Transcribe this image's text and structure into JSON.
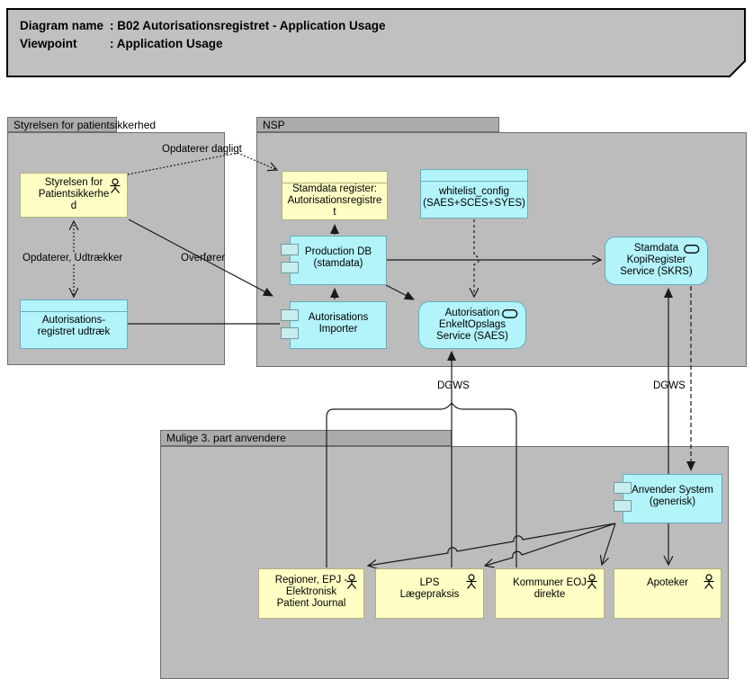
{
  "palette": {
    "yellow_fill": "#ffffc5",
    "yellow_border": "#b1b183",
    "cyan_fill": "#b3f3fa",
    "cyan_border": "#64aebc",
    "component_tab_fill": "#c7edef",
    "group_tab_fill": "#ababab",
    "group_body_fill": "#bcbcbc",
    "note_fill": "#c0c0c0",
    "line_color": "#1a1a1a"
  },
  "title_note": {
    "rows": [
      {
        "label": "Diagram name",
        "value": ": B02 Autorisationsregistret - Application Usage"
      },
      {
        "label": "Viewpoint",
        "value": ": Application Usage"
      }
    ]
  },
  "groups": {
    "styrelsen": {
      "label": "Styrelsen for patientsikkerhed"
    },
    "nsp": {
      "label": "NSP"
    },
    "mulige": {
      "label": "Mulige 3. part anvendere"
    }
  },
  "nodes": {
    "styrelsen_actor": {
      "lines": [
        "Styrelsen for",
        "Patientsikkerhe",
        "d"
      ],
      "icon": "actor-icon"
    },
    "udtraek": {
      "lines": [
        "Autorisations-",
        "registret udtræk"
      ]
    },
    "register": {
      "lines": [
        "Stamdata register:",
        "Autorisationsregistre",
        "t"
      ]
    },
    "whitelist": {
      "lines": [
        "whitelist_config",
        "(SAES+SCES+SYES)"
      ]
    },
    "prod_db": {
      "lines": [
        "Production DB",
        "(stamdata)"
      ],
      "icon": "component-icon"
    },
    "importer": {
      "lines": [
        "Autorisations",
        "Importer"
      ],
      "icon": "component-icon"
    },
    "saes": {
      "lines": [
        "Autorisation",
        "EnkeltOpslags",
        "Service (SAES)"
      ],
      "icon": "application-service-icon"
    },
    "skrs": {
      "lines": [
        "Stamdata",
        "KopiRegister",
        "Service (SKRS)"
      ],
      "icon": "application-service-icon"
    },
    "anvender": {
      "lines": [
        "Anvender System",
        "(generisk)"
      ],
      "icon": "component-icon"
    },
    "regioner": {
      "lines": [
        "Regioner, EPJ -",
        "Elektronisk",
        "Patient Journal"
      ],
      "icon": "actor-icon"
    },
    "lps": {
      "lines": [
        "LPS",
        "Lægepraksis"
      ],
      "icon": "actor-icon"
    },
    "kommuner": {
      "lines": [
        "Kommuner EOJ",
        "direkte"
      ],
      "icon": "actor-icon"
    },
    "apoteker": {
      "lines": [
        "Apoteker"
      ],
      "icon": "actor-icon"
    }
  },
  "edge_labels": {
    "opdaterer_dagligt": {
      "text": "Opdaterer dagligt"
    },
    "opdaterer_udtraekker": {
      "text": "Opdaterer, Udtrækker"
    },
    "overfoerer": {
      "text": "Overfører"
    },
    "dgws_left": {
      "text": "DGWS"
    },
    "dgws_right": {
      "text": "DGWS"
    }
  }
}
